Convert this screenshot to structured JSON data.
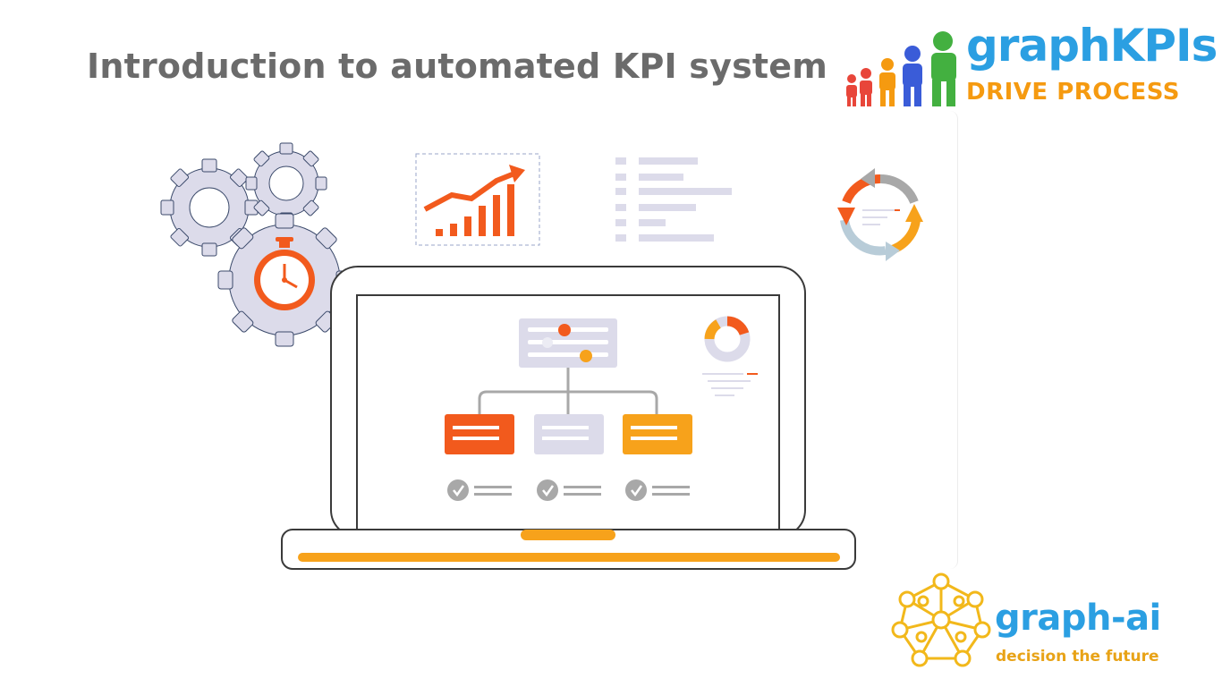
{
  "slide": {
    "title": "Introduction to automated KPI system"
  },
  "brand_graphkpis": {
    "name": "graphKPIs",
    "tagline": "DRIVE PROCESS",
    "name_color": "#2b9fe2",
    "tagline_color": "#f59a10",
    "people_icon_colors": [
      "#e8463a",
      "#f59a10",
      "#3a5cd8",
      "#43b040"
    ]
  },
  "brand_graphai": {
    "name": "graph-ai",
    "tagline": "decision the future",
    "name_color": "#2b9fe2",
    "tagline_color": "#e8a317",
    "network_color": "#f2b81b"
  },
  "illustration": {
    "icons": [
      "gear-icon",
      "stopwatch-icon",
      "trend-chart-icon",
      "list-icon",
      "cycle-arrows-icon",
      "laptop-icon",
      "org-chart-icon",
      "donut-chart-icon",
      "check-circle-icon"
    ],
    "colors": {
      "orange_red": "#f25a1d",
      "orange": "#f7a21b",
      "lavender": "#dcdbea",
      "gray": "#a8a8a8",
      "outline": "#3a3a3a"
    }
  }
}
